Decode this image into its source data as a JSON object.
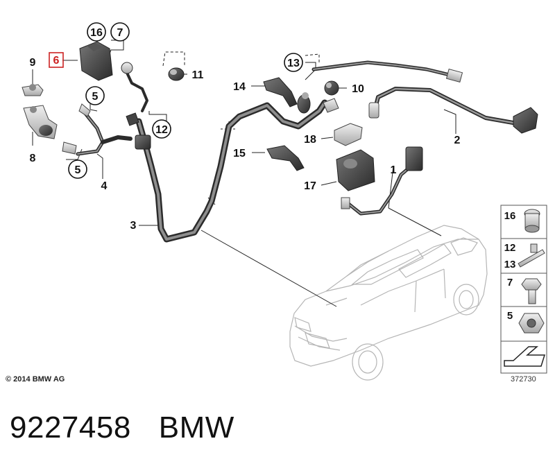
{
  "parts": {
    "p1": "1",
    "p2": "2",
    "p3": "3",
    "p4": "4",
    "p5a": "5",
    "p5b": "5",
    "p6": "6",
    "p7": "7",
    "p8": "8",
    "p9": "9",
    "p10": "10",
    "p11": "11",
    "p12": "12",
    "p13": "13",
    "p14": "14",
    "p15": "15",
    "p16": "16",
    "p17": "17",
    "p18": "18"
  },
  "legend": {
    "p16": "16",
    "p12": "12",
    "p13": "13",
    "p7": "7",
    "p5": "5"
  },
  "highlighted_part": "6",
  "copyright": "© 2014 BMW AG",
  "diagram_ref": "372730",
  "caption": {
    "part_number": "9227458",
    "brand": "BMW"
  },
  "colors": {
    "highlight": "#cc2222",
    "line": "#222222",
    "car_outline": "#b5b5b5"
  }
}
